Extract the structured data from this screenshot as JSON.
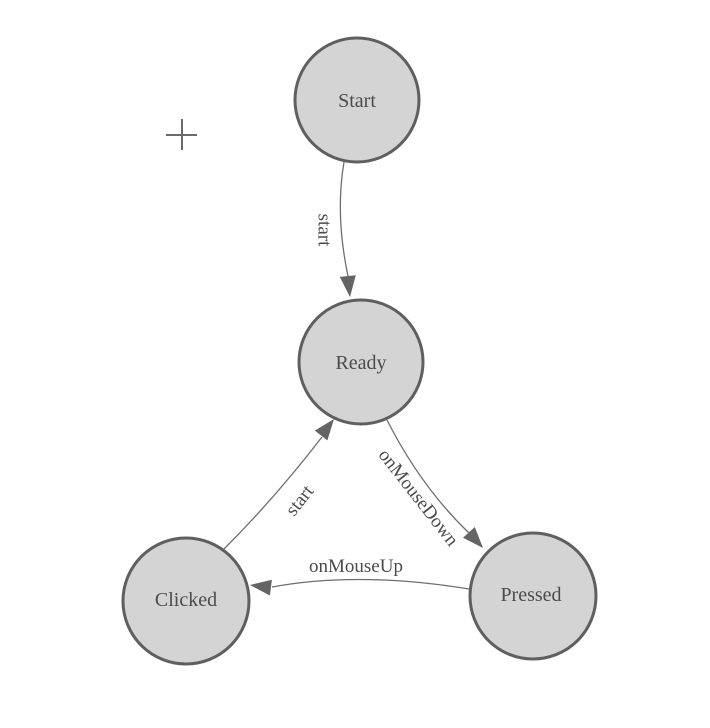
{
  "diagram": {
    "type": "state-machine",
    "nodes": [
      {
        "id": "start",
        "label": "Start"
      },
      {
        "id": "ready",
        "label": "Ready"
      },
      {
        "id": "clicked",
        "label": "Clicked"
      },
      {
        "id": "pressed",
        "label": "Pressed"
      }
    ],
    "edges": [
      {
        "from": "Start",
        "to": "Ready",
        "label": "start"
      },
      {
        "from": "Ready",
        "to": "Pressed",
        "label": "onMouseDown"
      },
      {
        "from": "Clicked",
        "to": "Ready",
        "label": "start"
      },
      {
        "from": "Pressed",
        "to": "Clicked",
        "label": "onMouseUp"
      }
    ],
    "cursor": {
      "icon": "crosshair-icon"
    },
    "colors": {
      "node_fill": "#d4d4d4",
      "node_stroke": "#5f5f5f",
      "edge_stroke": "#6e6e6e",
      "arrow_fill": "#646464",
      "label_text": "#4b4b4b",
      "crosshair": "#6a6a6a",
      "background": "#ffffff"
    }
  }
}
